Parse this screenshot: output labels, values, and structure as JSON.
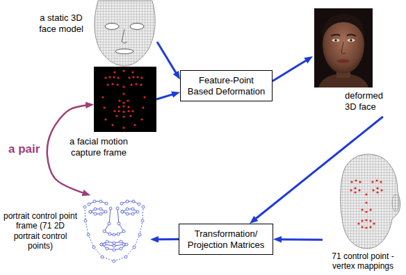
{
  "diagram": {
    "nodes": [
      {
        "text": [
          "a static 3D face model"
        ]
      },
      {
        "text": [
          "a facial motion capture frame"
        ]
      },
      {
        "text": [
          "Feature-Point Based Deformation"
        ]
      },
      {
        "text": [
          "deformed 3D face"
        ]
      },
      {
        "text": [
          "71 control point - vertex mappings"
        ]
      },
      {
        "text": [
          "Transformation/ Projection Matrices"
        ]
      },
      {
        "text": [
          "portrait control point frame (71 2D portrait control points)"
        ]
      }
    ],
    "edges": [
      {
        "from": 0,
        "to": 2,
        "arrow": "to"
      },
      {
        "from": 1,
        "to": 2,
        "arrow": "to"
      },
      {
        "from": 2,
        "to": 3,
        "arrow": "to"
      },
      {
        "from": 3,
        "to": 5,
        "arrow": "to"
      },
      {
        "from": 4,
        "to": 5,
        "arrow": "to"
      },
      {
        "from": 5,
        "to": 6,
        "arrow": "to"
      },
      {
        "from": 1,
        "to": 6,
        "label": "a pair",
        "arrow": "both"
      }
    ]
  }
}
